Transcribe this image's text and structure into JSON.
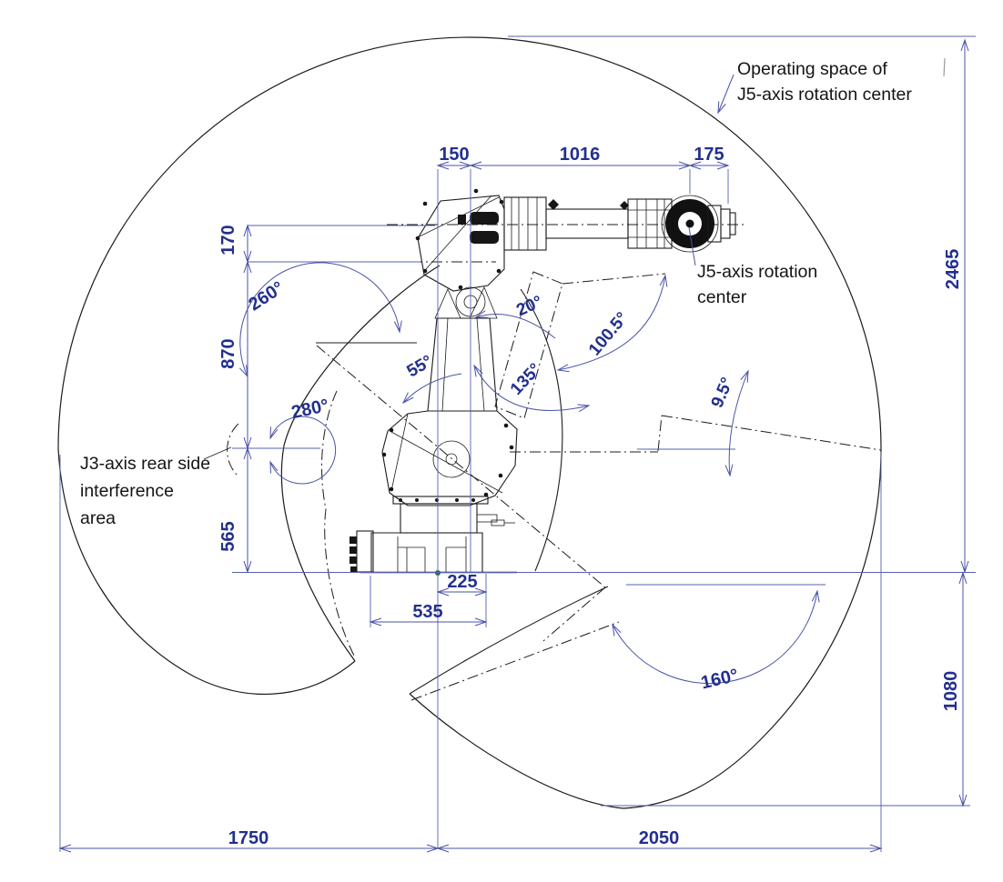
{
  "title": "Robot manipulator operating space drawing",
  "colors": {
    "dimension_blue": "#232f8e",
    "line_blue": "#4953a8",
    "drawing_black": "#1c1c1c"
  },
  "annotations": {
    "operating_space": [
      "Operating space of",
      "J5-axis rotation center"
    ],
    "j5_rotation_center": [
      "J5-axis rotation",
      "center"
    ],
    "j3_interference": [
      "J3-axis rear side",
      "interference",
      "area"
    ]
  },
  "linear_dims": {
    "d150": "150",
    "d1016": "1016",
    "d175": "175",
    "d170": "170",
    "d870": "870",
    "d565": "565",
    "d225": "225",
    "d535": "535",
    "d1750": "1750",
    "d2050": "2050",
    "d2465": "2465",
    "d1080": "1080"
  },
  "angle_dims": {
    "a260": "260°",
    "a280": "280°",
    "a55": "55°",
    "a20": "20°",
    "a135": "135°",
    "a100_5": "100.5°",
    "a9_5": "9.5°",
    "a160": "160°"
  }
}
